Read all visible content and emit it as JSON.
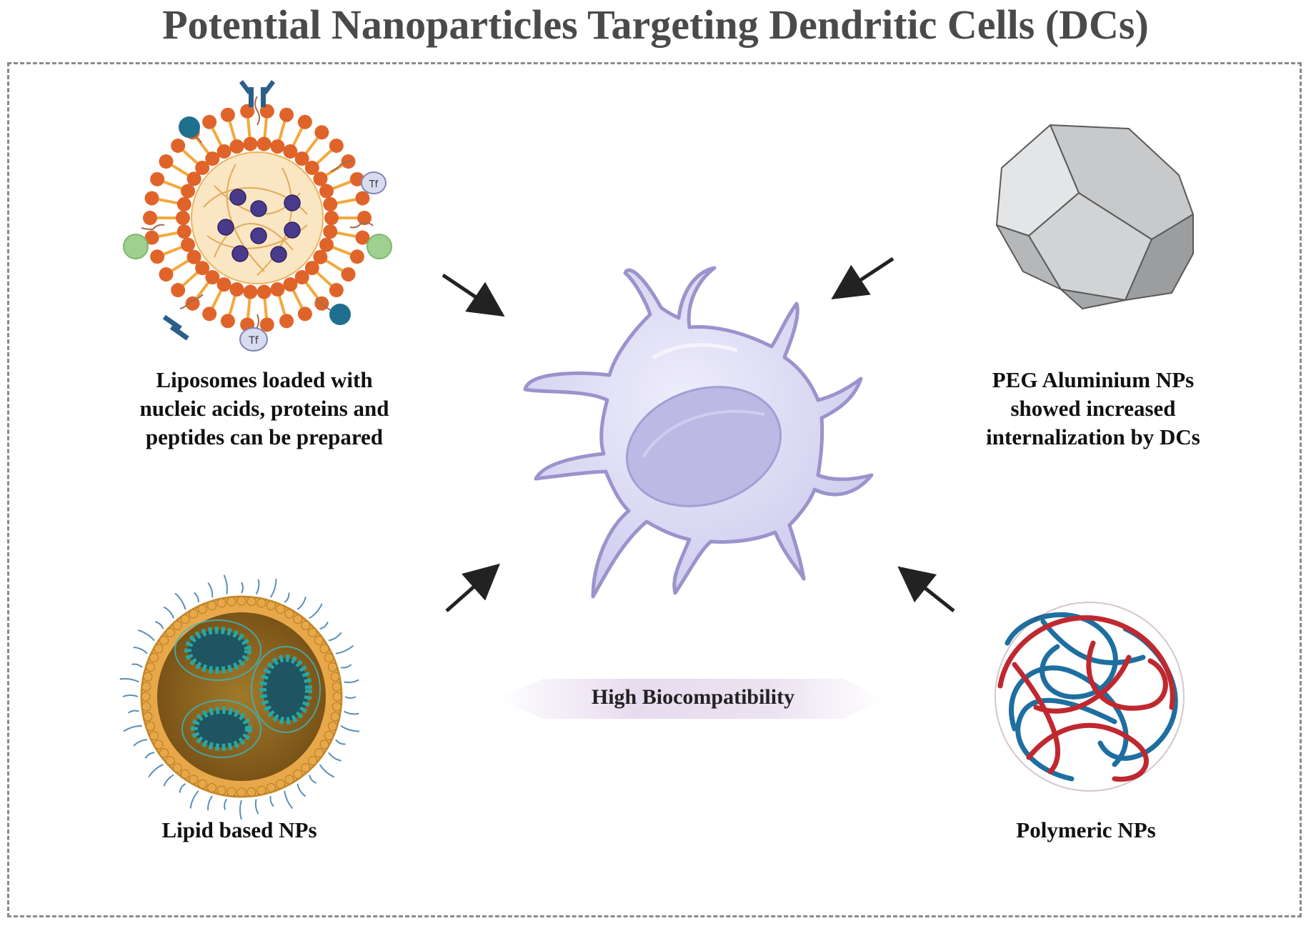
{
  "title": "Potential Nanoparticles Targeting Dendritic Cells (DCs)",
  "captions": {
    "liposomes": [
      "Liposomes loaded with",
      "nucleic acids, proteins and",
      "peptides can be prepared"
    ],
    "peg_aluminium": [
      "PEG Aluminium NPs",
      "showed increased",
      "internalization by DCs"
    ],
    "lipid": "Lipid based NPs",
    "polymeric": "Polymeric NPs"
  },
  "center_badge": "High Biocompatibility",
  "ligand_label": "Tf",
  "colors": {
    "title": "#4a4a4a",
    "frame": "#8a8a8a",
    "cell": "#d6d5f0",
    "cell_outline": "#9b93cc",
    "lipid_head": "#e0642a",
    "lipid_tail": "#f2a93b",
    "payload": "#4a3a8c",
    "polymer_red": "#c0282f",
    "polymer_blue": "#1e6fa0",
    "badge": "#e3d7ec"
  },
  "icons": [
    "liposome-illustration",
    "aluminium-polyhedron",
    "dendritic-cell",
    "lipid-nanoparticle",
    "polymer-ball",
    "arrow-icon"
  ]
}
